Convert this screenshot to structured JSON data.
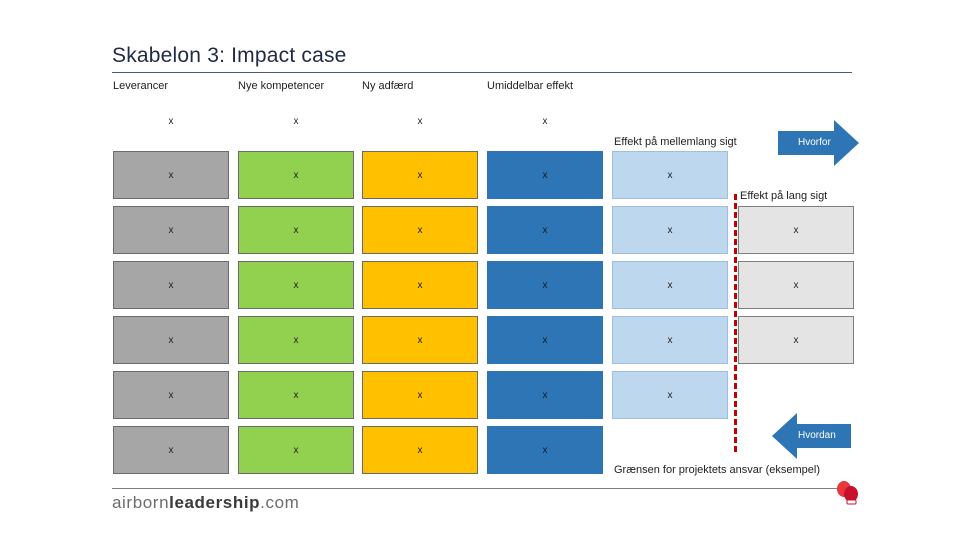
{
  "title": "Skabelon 3: Impact case",
  "column_headers": [
    "Leverancer",
    "Nye kompetencer",
    "Ny adfærd",
    "Umiddelbar effekt"
  ],
  "cell_mark": "x",
  "labels": {
    "mid_term": "Effekt på mellemlang sigt",
    "long_term": "Effekt på lang sigt",
    "boundary": "Grænsen for projektets ansvar (eksempel)"
  },
  "arrows": {
    "why": "Hvorfor",
    "how": "Hvordan"
  },
  "logo": {
    "light": "airborn",
    "bold": "leadership",
    "suffix": ".com"
  },
  "colors": {
    "deliverables": "#a6a6a6",
    "competences": "#92d050",
    "behaviour": "#ffc000",
    "immediate": "#2e75b6",
    "mid_term": "#bdd7ee",
    "long_term": "#e4e4e4",
    "boundary_line": "#c00000",
    "arrow": "#2e75b6"
  }
}
